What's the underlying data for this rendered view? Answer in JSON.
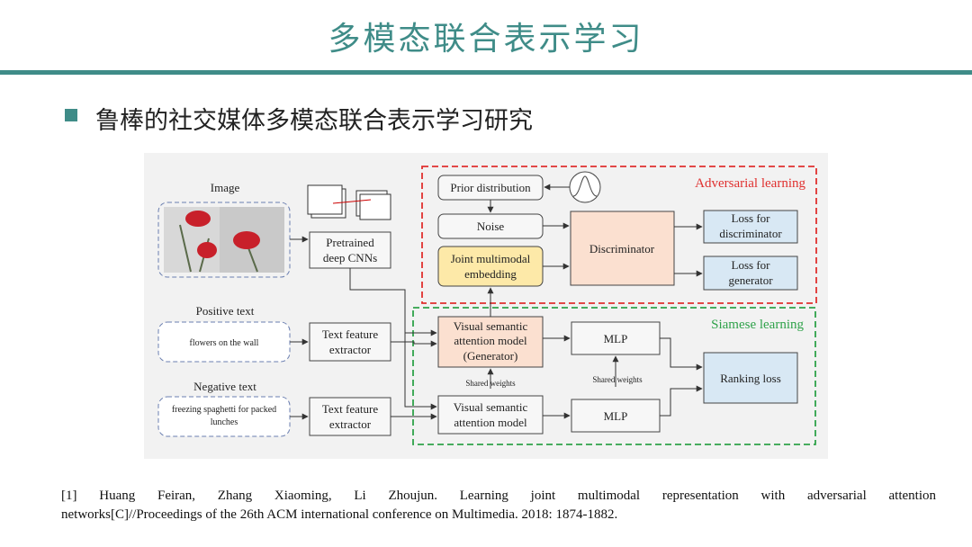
{
  "title": "多模态联合表示学习",
  "subtitle": "鲁棒的社交媒体多模态联合表示学习研究",
  "colors": {
    "accent": "#3f8c88",
    "adversarial": "#e0302f",
    "siamese": "#2fa24a",
    "discriminator_fill": "#fbe0d0",
    "loss_fill": "#d8e8f4",
    "embedding_fill": "#fde9a8",
    "generator_fill": "#fbe0d0"
  },
  "diagram": {
    "image_label": "Image",
    "positive_text_label": "Positive text",
    "positive_text_example": "flowers on the wall",
    "negative_text_label": "Negative text",
    "negative_text_example_1": "freezing spaghetti for packed",
    "negative_text_example_2": "lunches",
    "cnn_1": "Pretrained",
    "cnn_2": "deep CNNs",
    "text_extractor_1_a": "Text feature",
    "text_extractor_1_b": "extractor",
    "text_extractor_2_a": "Text feature",
    "text_extractor_2_b": "extractor",
    "prior": "Prior distribution",
    "noise": "Noise",
    "joint_1": "Joint multimodal",
    "joint_2": "embedding",
    "generator_1": "Visual semantic",
    "generator_2": "attention model",
    "generator_3": "(Generator)",
    "vsam2_1": "Visual semantic",
    "vsam2_2": "attention model",
    "shared_weights_1": "Shared weights",
    "shared_weights_2": "Shared weights",
    "discriminator": "Discriminator",
    "loss_disc_1": "Loss for",
    "loss_disc_2": "discriminator",
    "loss_gen_1": "Loss for",
    "loss_gen_2": "generator",
    "mlp_1": "MLP",
    "mlp_2": "MLP",
    "ranking": "Ranking loss",
    "adversarial": "Adversarial learning",
    "siamese": "Siamese learning"
  },
  "reference": {
    "line1": "[1] Huang Feiran, Zhang Xiaoming, Li Zhoujun. Learning joint multimodal representation with adversarial attention",
    "line2": "networks[C]//Proceedings of the 26th ACM international conference on Multimedia. 2018: 1874-1882."
  }
}
